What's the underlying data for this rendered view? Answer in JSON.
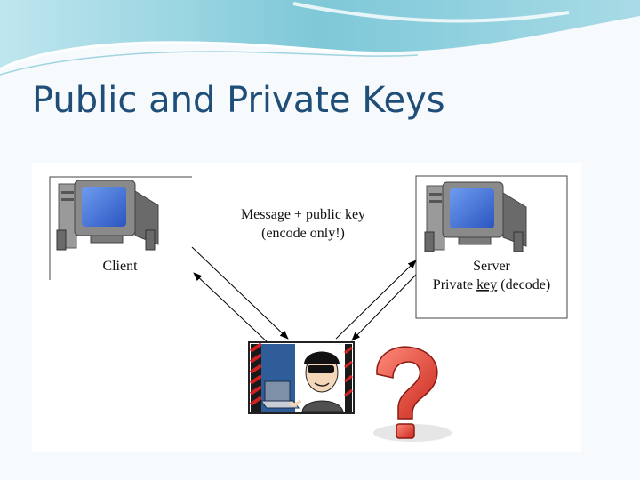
{
  "slide": {
    "title": "Public and Private Keys"
  },
  "diagram": {
    "client_label": "Client",
    "message_line1": "Message + public key",
    "message_line2": "(encode only!)",
    "server_label": "Server",
    "server_key_label_pre": "Private ",
    "server_key_label_key": "key",
    "server_key_label_post": " (decode)"
  },
  "icons": [
    "client-computer-icon",
    "server-computer-icon",
    "hacker-icon",
    "question-mark-icon"
  ],
  "colors": {
    "title": "#1f4e79",
    "header_wave": "#7ec8d8",
    "monitor_screen": "#3b6fd8",
    "question_mark": "#e8473a"
  }
}
